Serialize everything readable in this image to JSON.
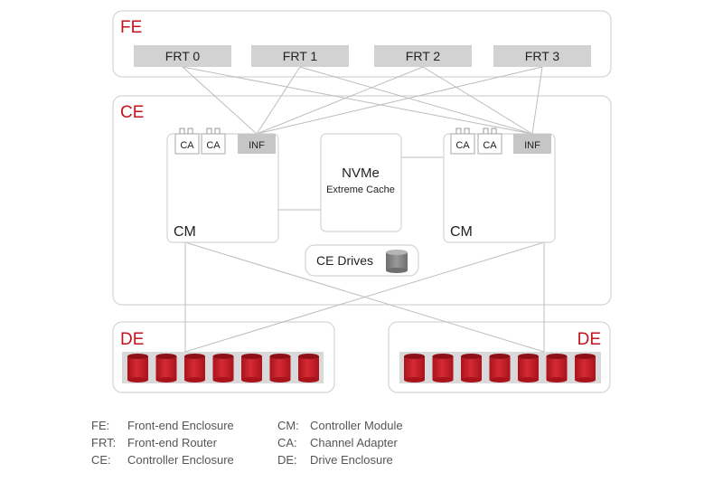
{
  "fe": {
    "title": "FE",
    "routers": [
      "FRT 0",
      "FRT 1",
      "FRT 2",
      "FRT 3"
    ]
  },
  "ce": {
    "title": "CE",
    "cm_left": {
      "label": "CM",
      "ports": [
        "CA",
        "CA",
        "INF"
      ]
    },
    "cm_right": {
      "label": "CM",
      "ports": [
        "CA",
        "CA",
        "INF"
      ]
    },
    "nvme": {
      "title": "NVMe",
      "subtitle": "Extreme Cache"
    },
    "drives_label": "CE Drives"
  },
  "de": {
    "left_title": "DE",
    "right_title": "DE",
    "left_drive_count": 7,
    "right_drive_count": 7
  },
  "legend": {
    "left": [
      {
        "abbr": "FE:",
        "text": "Front-end Enclosure"
      },
      {
        "abbr": "FRT:",
        "text": "Front-end Router"
      },
      {
        "abbr": "CE:",
        "text": "Controller Enclosure"
      }
    ],
    "right": [
      {
        "abbr": "CM:",
        "text": "Controller Module"
      },
      {
        "abbr": "CA:",
        "text": "Channel Adapter"
      },
      {
        "abbr": "DE:",
        "text": "Drive Enclosure"
      }
    ]
  },
  "colors": {
    "accent_red": "#c2141e",
    "drive_red": "#c8202a",
    "box_border": "#d4d4d4",
    "router_fill": "#d2d2d2",
    "link_gray": "#bdbdbd"
  }
}
